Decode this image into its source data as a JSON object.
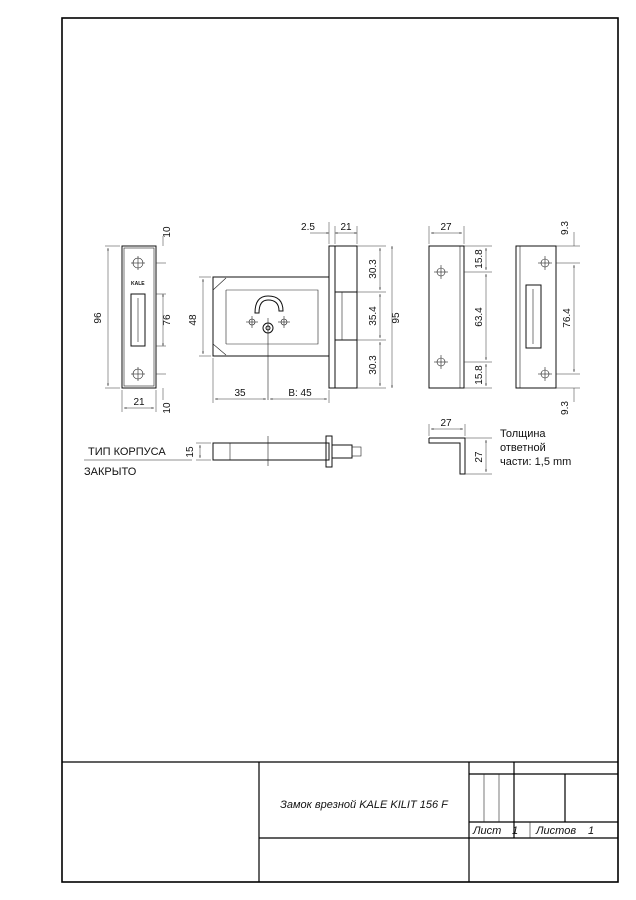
{
  "front_plate": {
    "logo": "KALE",
    "dims": {
      "height": "96",
      "slot": "76",
      "top": "10",
      "bottom": "10",
      "width": "21"
    }
  },
  "lock_body": {
    "dims": {
      "offset": "2.5",
      "plate": "21",
      "body_height": "48",
      "top": "30.3",
      "middle": "35.4",
      "bottom": "30.3",
      "total": "95",
      "edge": "35",
      "backset": "B: 45"
    }
  },
  "strike_side": {
    "dims": {
      "width": "27",
      "top": "15.8",
      "middle": "63.4",
      "bottom": "15.8"
    }
  },
  "strike_front": {
    "dims": {
      "top": "9.3",
      "slot": "76.4",
      "bottom": "9.3"
    }
  },
  "top_view": {
    "dims": {
      "thickness": "15"
    }
  },
  "strike_profile": {
    "dims": {
      "width": "27",
      "height": "27"
    }
  },
  "thickness_note": [
    "Толщина",
    "ответной",
    "части: 1,5 mm"
  ],
  "case_type": {
    "label": "ТИП КОРПУСА",
    "value": "ЗАКРЫТО"
  },
  "title_block": {
    "title": "Замок врезной KALE KILIT 156 F",
    "sheet_label": "Лист",
    "sheet_value": "1",
    "sheets_label": "Листов",
    "sheets_value": "1"
  }
}
